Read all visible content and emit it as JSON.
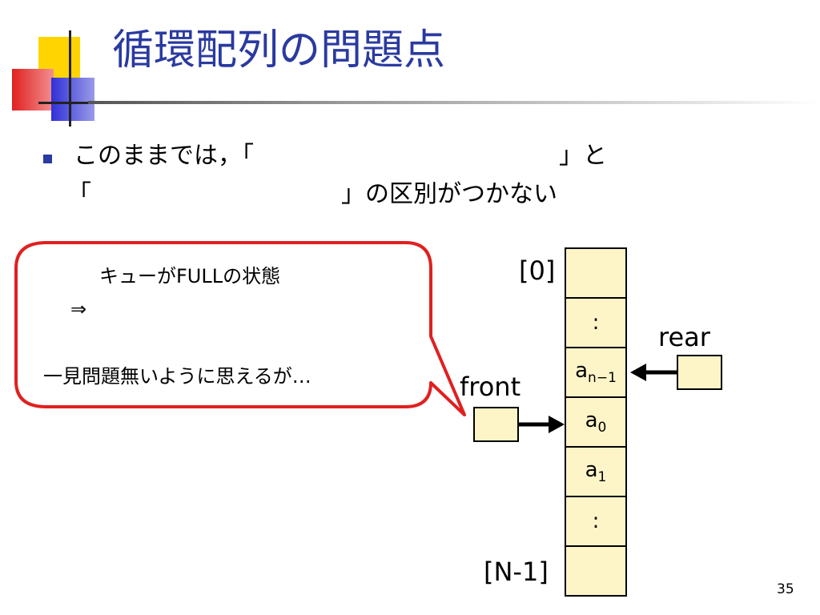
{
  "slide": {
    "title": "循環配列の問題点",
    "bullet_line1_a": "このままでは，「",
    "bullet_line1_b": "」と",
    "bullet_line2_a": "「",
    "bullet_line2_b": "」の区別がつかない",
    "page_number": "35"
  },
  "callout": {
    "line1": "キューがFULLの状態",
    "line2": "⇒",
    "line3": "一見問題無いように思えるが…"
  },
  "queue": {
    "index_first": "[0]",
    "index_last": "[N-1]",
    "front_label": "front",
    "rear_label": "rear",
    "cells": [
      {
        "base": ""
      },
      {
        "base": ":"
      },
      {
        "base": "a",
        "sub": "n−1"
      },
      {
        "base": "a",
        "sub": "0"
      },
      {
        "base": "a",
        "sub": "1"
      },
      {
        "base": ":"
      },
      {
        "base": ""
      }
    ]
  },
  "colors": {
    "title": "#2a3aa0",
    "callout_border": "#e02020",
    "cell_fill": "#fdf5c8"
  }
}
